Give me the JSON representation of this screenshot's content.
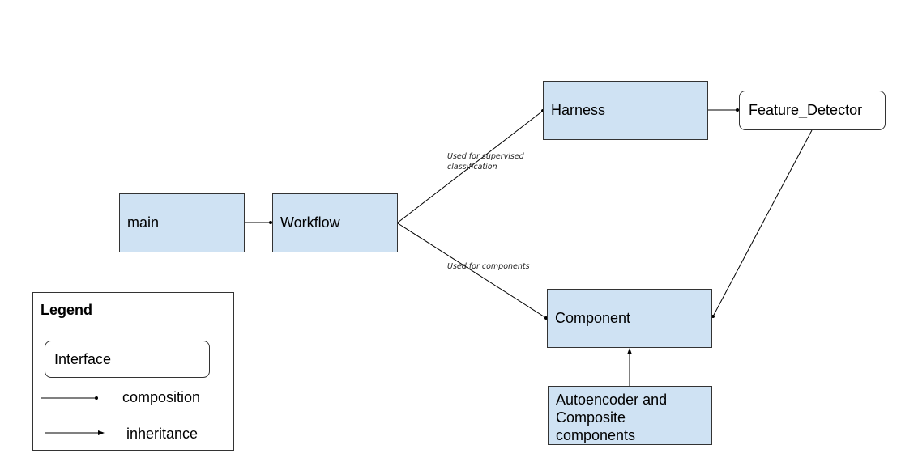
{
  "nodes": {
    "main": "main",
    "workflow": "Workflow",
    "harness": "Harness",
    "feature_detector": "Feature_Detector",
    "component": "Component",
    "autoencoder": "Autoencoder and\nComposite\ncomponents"
  },
  "edge_labels": {
    "supervised": "Used for supervised\nclassification",
    "components": "Used for components"
  },
  "relations": [
    {
      "from": "main",
      "to": "Workflow",
      "kind": "composition"
    },
    {
      "from": "Workflow",
      "to": "Harness",
      "kind": "composition",
      "label": "Used for supervised classification"
    },
    {
      "from": "Workflow",
      "to": "Component",
      "kind": "composition",
      "label": "Used for components"
    },
    {
      "from": "Harness",
      "to": "Feature_Detector",
      "kind": "composition"
    },
    {
      "from": "Feature_Detector",
      "to": "Component",
      "kind": "composition"
    },
    {
      "from": "Autoencoder and Composite components",
      "to": "Component",
      "kind": "inheritance"
    }
  ],
  "legend": {
    "title": "Legend",
    "interface": "Interface",
    "composition": "composition",
    "inheritance": "inheritance"
  },
  "colors": {
    "class_fill": "#cfe2f3",
    "interface_fill": "#ffffff",
    "line": "#000000"
  }
}
